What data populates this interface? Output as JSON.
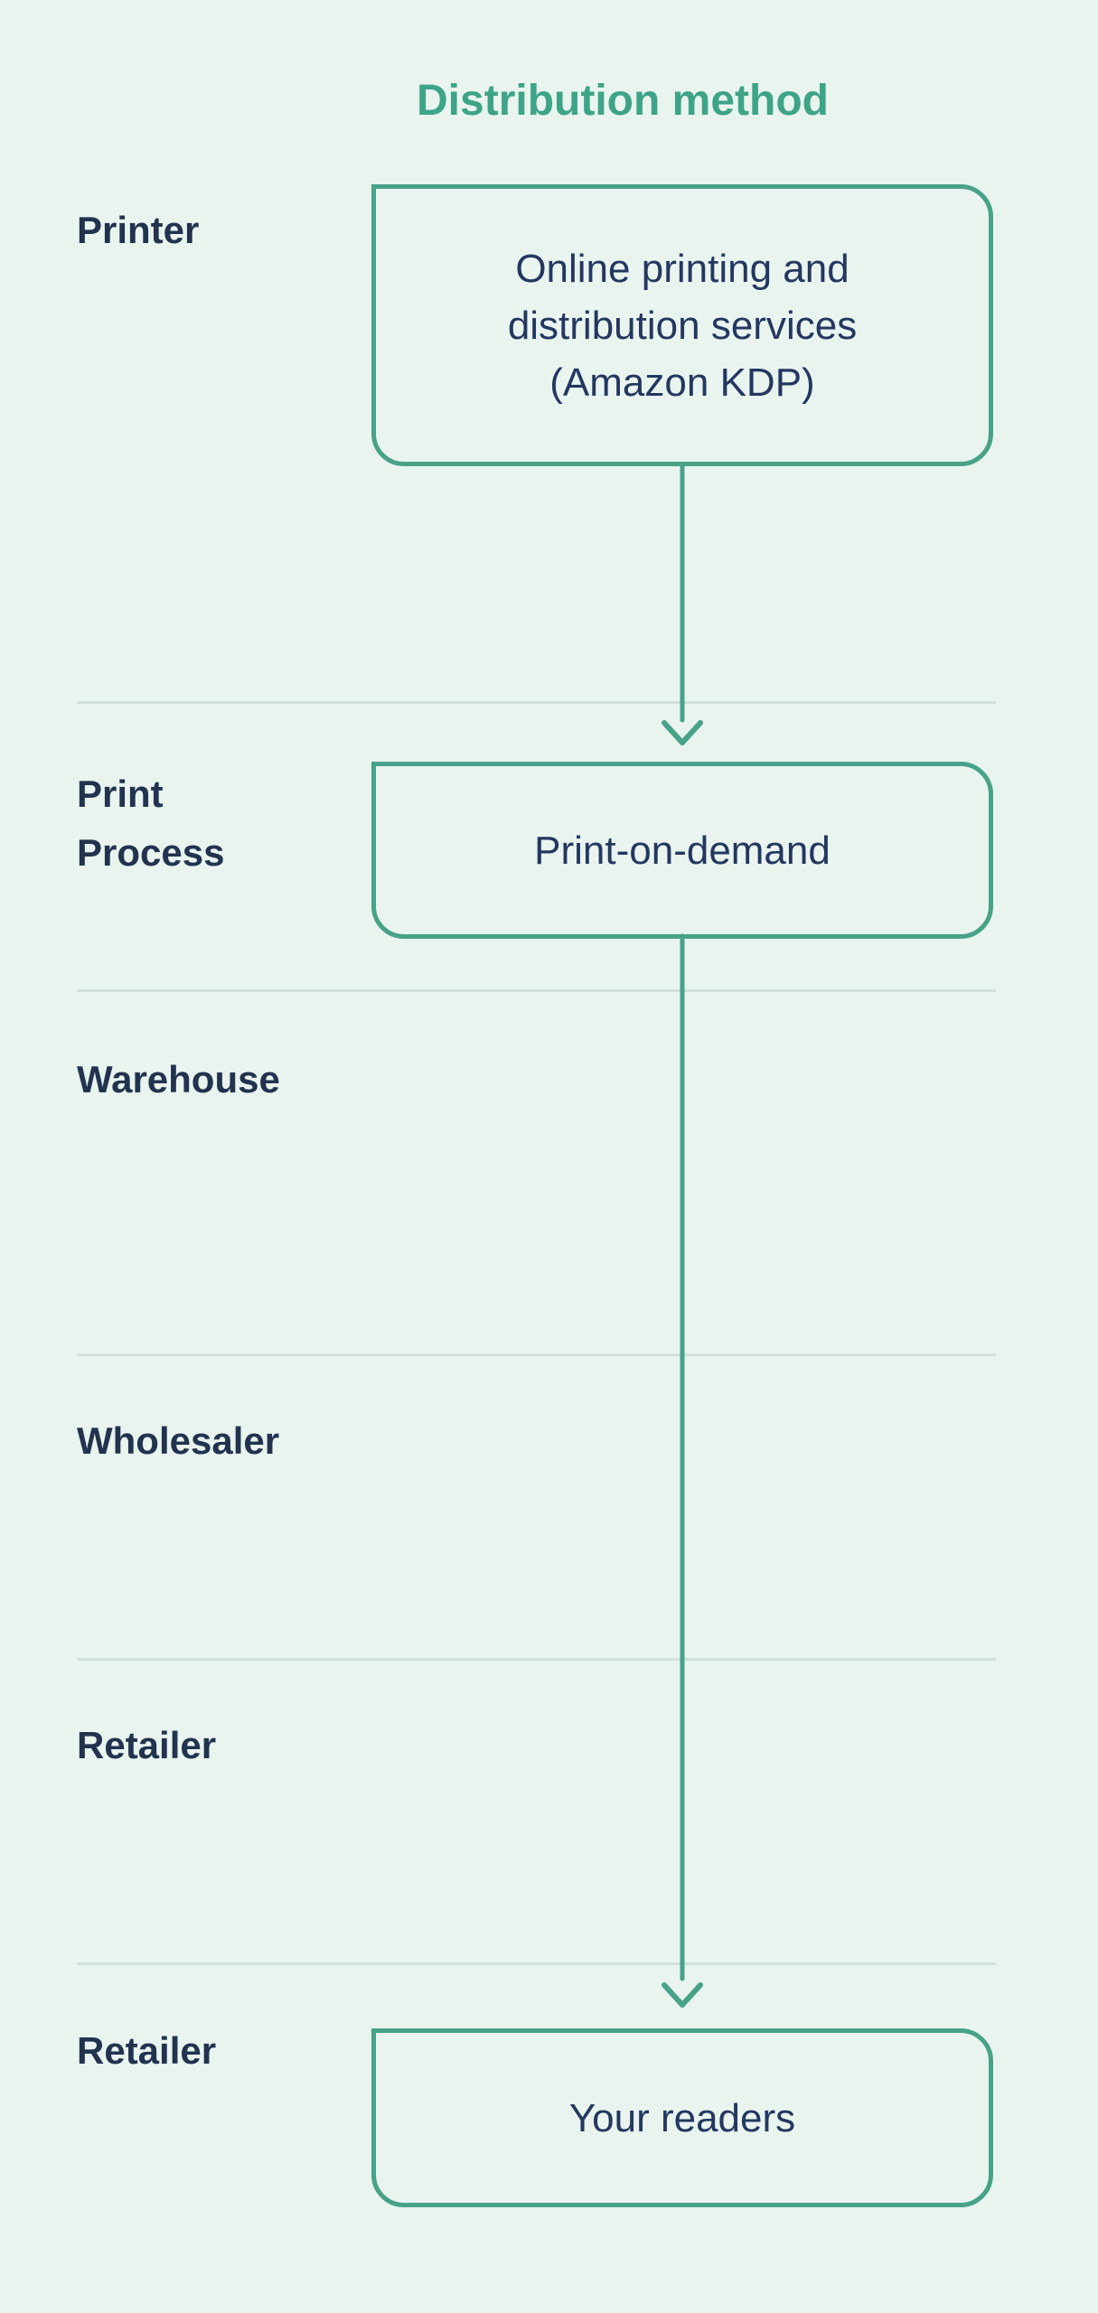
{
  "title": "Distribution method",
  "stages": [
    {
      "name": "printer",
      "label_lines": [
        "Printer"
      ]
    },
    {
      "name": "print-process",
      "label_lines": [
        "Print",
        "Process"
      ]
    },
    {
      "name": "warehouse",
      "label_lines": [
        "Warehouse"
      ]
    },
    {
      "name": "wholesaler",
      "label_lines": [
        "Wholesaler"
      ]
    },
    {
      "name": "retailer-1",
      "label_lines": [
        "Retailer"
      ]
    },
    {
      "name": "retailer-2",
      "label_lines": [
        "Retailer"
      ]
    }
  ],
  "nodes": [
    {
      "name": "online-printing-service",
      "lines": [
        "Online printing and",
        "distribution services",
        "(Amazon KDP)"
      ]
    },
    {
      "name": "print-on-demand",
      "lines": [
        "Print-on-demand"
      ]
    },
    {
      "name": "your-readers",
      "lines": [
        "Your readers"
      ]
    }
  ],
  "colors": {
    "background": "#e9f4ef",
    "stroke_green": "#47a288",
    "title_green": "#3ea487",
    "text_navy": "#22334f",
    "node_text_navy": "#243760",
    "separator_gray": "#d2e1da"
  }
}
